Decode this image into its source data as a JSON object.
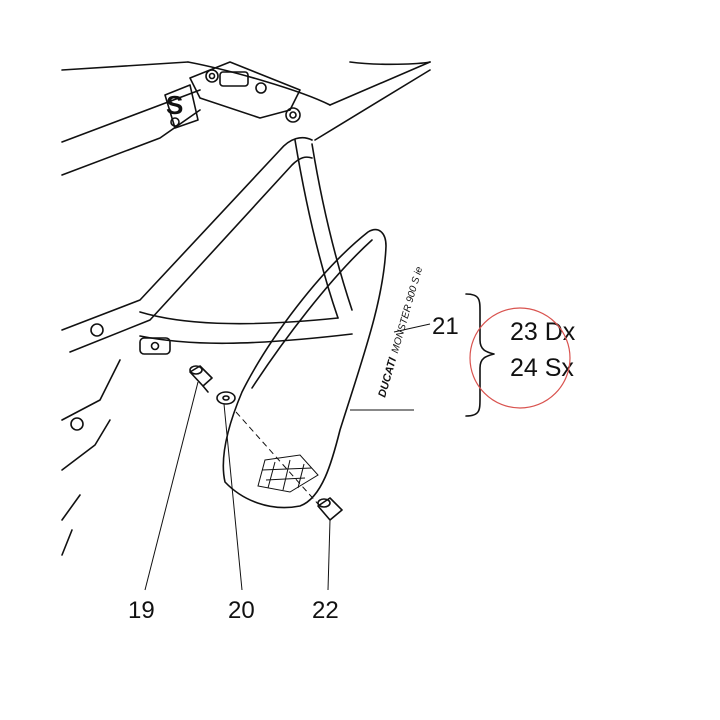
{
  "callouts": {
    "bolt": "19",
    "washer": "20",
    "cover": "21",
    "grommet": "22"
  },
  "variants": {
    "right": "23 Dx",
    "left": "24 Sx"
  },
  "cover_decal": {
    "brand": "DUCATI",
    "model": "MONSTER 900 S ie"
  },
  "highlight_color": "#d9534f"
}
